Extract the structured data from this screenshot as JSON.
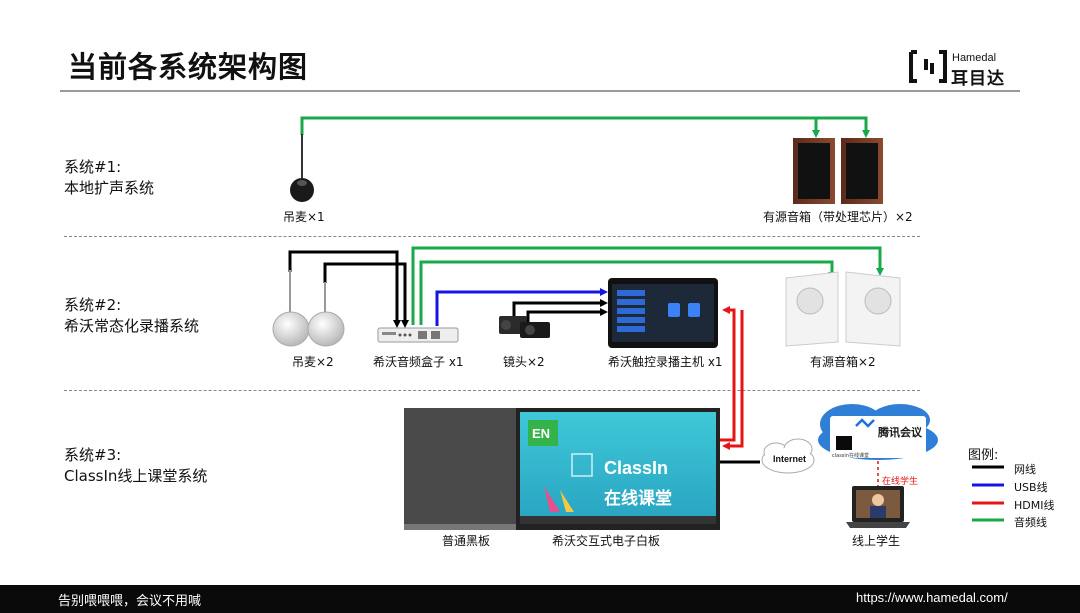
{
  "title": "当前各系统架构图",
  "brand": {
    "name_en": "Hamedal",
    "name_cn": "耳目达"
  },
  "systems": [
    {
      "line1": "系统#1:",
      "line2": "本地扩声系统"
    },
    {
      "line1": "系统#2:",
      "line2": "希沃常态化录播系统"
    },
    {
      "line1": "系统#3:",
      "line2": "ClassIn线上课堂系统"
    }
  ],
  "devices": {
    "mic1": "吊麦×1",
    "speaker1": "有源音箱（带处理芯片）×2",
    "mic2": "吊麦×2",
    "audio_box": "希沃音频盒子 x1",
    "camera": "镜头×2",
    "host": "希沃触控录播主机 x1",
    "speaker2": "有源音箱×2",
    "blackboard": "普通黑板",
    "whiteboard": "希沃交互式电子白板",
    "student": "线上学生"
  },
  "screen": {
    "badge": "EN",
    "brand": "ClassIn",
    "slogan": "在线课堂"
  },
  "cloud": {
    "internet": "Internet",
    "meeting": "腾讯会议",
    "app": "classin在线课堂",
    "student_tag": "在线学生"
  },
  "legend": {
    "title": "图例:",
    "items": [
      {
        "label": "网线",
        "color": "#000000"
      },
      {
        "label": "USB线",
        "color": "#1414e6"
      },
      {
        "label": "HDMI线",
        "color": "#e61414"
      },
      {
        "label": "音频线",
        "color": "#19a84a"
      }
    ]
  },
  "footer": {
    "slogan": "告别喂喂喂，会议不用喊",
    "url": "https://www.hamedal.com/"
  }
}
